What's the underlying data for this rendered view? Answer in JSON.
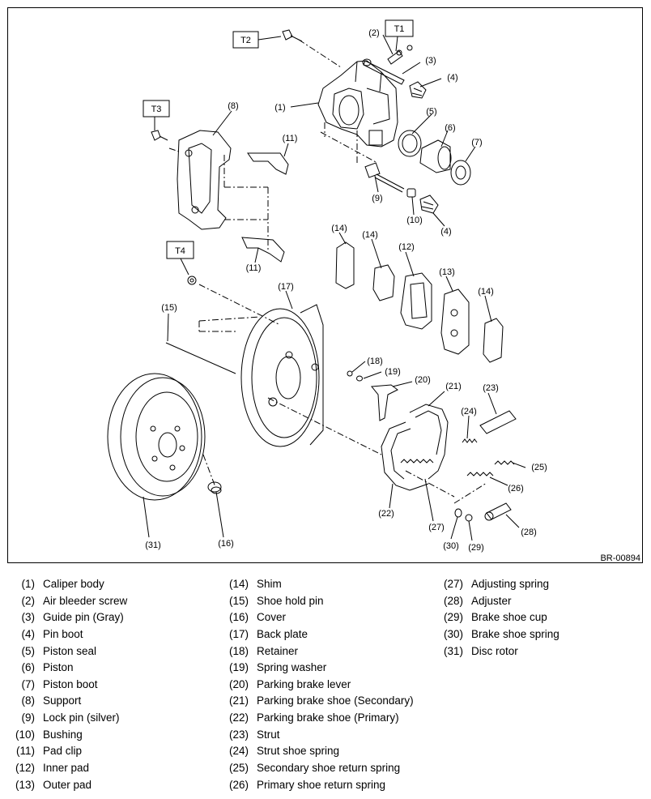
{
  "figure": {
    "code": "BR-00894",
    "torque_tags": [
      "T1",
      "T2",
      "T3",
      "T4"
    ],
    "callouts": [
      "(1)",
      "(2)",
      "(3)",
      "(4)",
      "(4)",
      "(5)",
      "(6)",
      "(7)",
      "(8)",
      "(9)",
      "(10)",
      "(11)",
      "(11)",
      "(12)",
      "(13)",
      "(14)",
      "(14)",
      "(14)",
      "(15)",
      "(16)",
      "(17)",
      "(18)",
      "(19)",
      "(20)",
      "(21)",
      "(22)",
      "(23)",
      "(24)",
      "(25)",
      "(26)",
      "(27)",
      "(28)",
      "(29)",
      "(30)",
      "(31)"
    ]
  },
  "legend": {
    "col1": [
      {
        "num": "(1)",
        "name": "Caliper body"
      },
      {
        "num": "(2)",
        "name": "Air bleeder screw"
      },
      {
        "num": "(3)",
        "name": "Guide pin (Gray)"
      },
      {
        "num": "(4)",
        "name": "Pin boot"
      },
      {
        "num": "(5)",
        "name": "Piston seal"
      },
      {
        "num": "(6)",
        "name": "Piston"
      },
      {
        "num": "(7)",
        "name": "Piston boot"
      },
      {
        "num": "(8)",
        "name": "Support"
      },
      {
        "num": "(9)",
        "name": "Lock pin (silver)"
      },
      {
        "num": "(10)",
        "name": "Bushing"
      },
      {
        "num": "(11)",
        "name": "Pad clip"
      },
      {
        "num": "(12)",
        "name": "Inner pad"
      },
      {
        "num": "(13)",
        "name": "Outer pad"
      }
    ],
    "col2": [
      {
        "num": "(14)",
        "name": "Shim"
      },
      {
        "num": "(15)",
        "name": "Shoe hold pin"
      },
      {
        "num": "(16)",
        "name": "Cover"
      },
      {
        "num": "(17)",
        "name": "Back plate"
      },
      {
        "num": "(18)",
        "name": "Retainer"
      },
      {
        "num": "(19)",
        "name": "Spring washer"
      },
      {
        "num": "(20)",
        "name": "Parking brake lever"
      },
      {
        "num": "(21)",
        "name": "Parking brake shoe (Secondary)"
      },
      {
        "num": "(22)",
        "name": "Parking brake shoe (Primary)"
      },
      {
        "num": "(23)",
        "name": "Strut"
      },
      {
        "num": "(24)",
        "name": "Strut shoe spring"
      },
      {
        "num": "(25)",
        "name": "Secondary shoe return spring"
      },
      {
        "num": "(26)",
        "name": "Primary shoe return spring"
      }
    ],
    "col3": [
      {
        "num": "(27)",
        "name": "Adjusting spring"
      },
      {
        "num": "(28)",
        "name": "Adjuster"
      },
      {
        "num": "(29)",
        "name": "Brake shoe cup"
      },
      {
        "num": "(30)",
        "name": "Brake shoe spring"
      },
      {
        "num": "(31)",
        "name": "Disc rotor"
      }
    ]
  }
}
